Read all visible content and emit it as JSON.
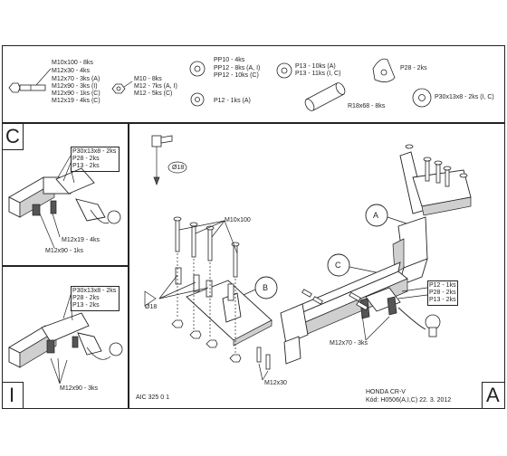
{
  "hardware_box": {
    "bolts": [
      "M10x100 - 8ks",
      "M12x30 - 4ks",
      "M12x70 - 3ks (A)",
      "M12x90 - 3ks (I)",
      "M12x90 - 1ks (C)",
      "M12x19 - 4ks (C)"
    ],
    "nuts": [
      "M10 - 8ks",
      "M12 - 7ks (A, I)",
      "M12 - 5ks (C)"
    ],
    "washers_pp": [
      "PP10 - 4ks",
      "PP12 - 8ks (A, I)",
      "PP12 - 10ks (C)"
    ],
    "washer_p12": "P12 - 1ks (A)",
    "washers_p13": [
      "P13 - 10ks (A)",
      "P13 - 11ks (I, C)"
    ],
    "spacer": "R18x68 - 8ks",
    "p28": "P28 - 2ks",
    "p30": "P30x13x8 - 2ks (I, C)"
  },
  "panel_c": {
    "letter": "C",
    "parts": [
      "P30x13x8 - 2ks",
      "P28 - 2ks",
      "P13 - 2ks"
    ],
    "bolt1": "M12x19 - 4ks",
    "bolt2": "M12x90 - 1ks"
  },
  "panel_i": {
    "letter": "I",
    "parts": [
      "P30x13x8 - 2ks",
      "P28 - 2ks",
      "P13 - 2ks"
    ],
    "bolt": "M12x90 - 3ks"
  },
  "main": {
    "letter": "A",
    "bolt_m10": "M10x100",
    "diam1": "Ø18",
    "diam2": "Ø18",
    "callout_a": "A",
    "callout_b": "B",
    "callout_c": "C",
    "parts": [
      "P12 - 1ks",
      "P28 - 2ks",
      "P13 - 2ks"
    ],
    "bolt_m12x70": "M12x70 - 3ks",
    "bolt_m12x30": "M12x30",
    "code": "AIC 325 0 1",
    "car": "HONDA  CR-V",
    "kod": "Kód: H0506(A,I,C)  22. 3. 2012"
  }
}
